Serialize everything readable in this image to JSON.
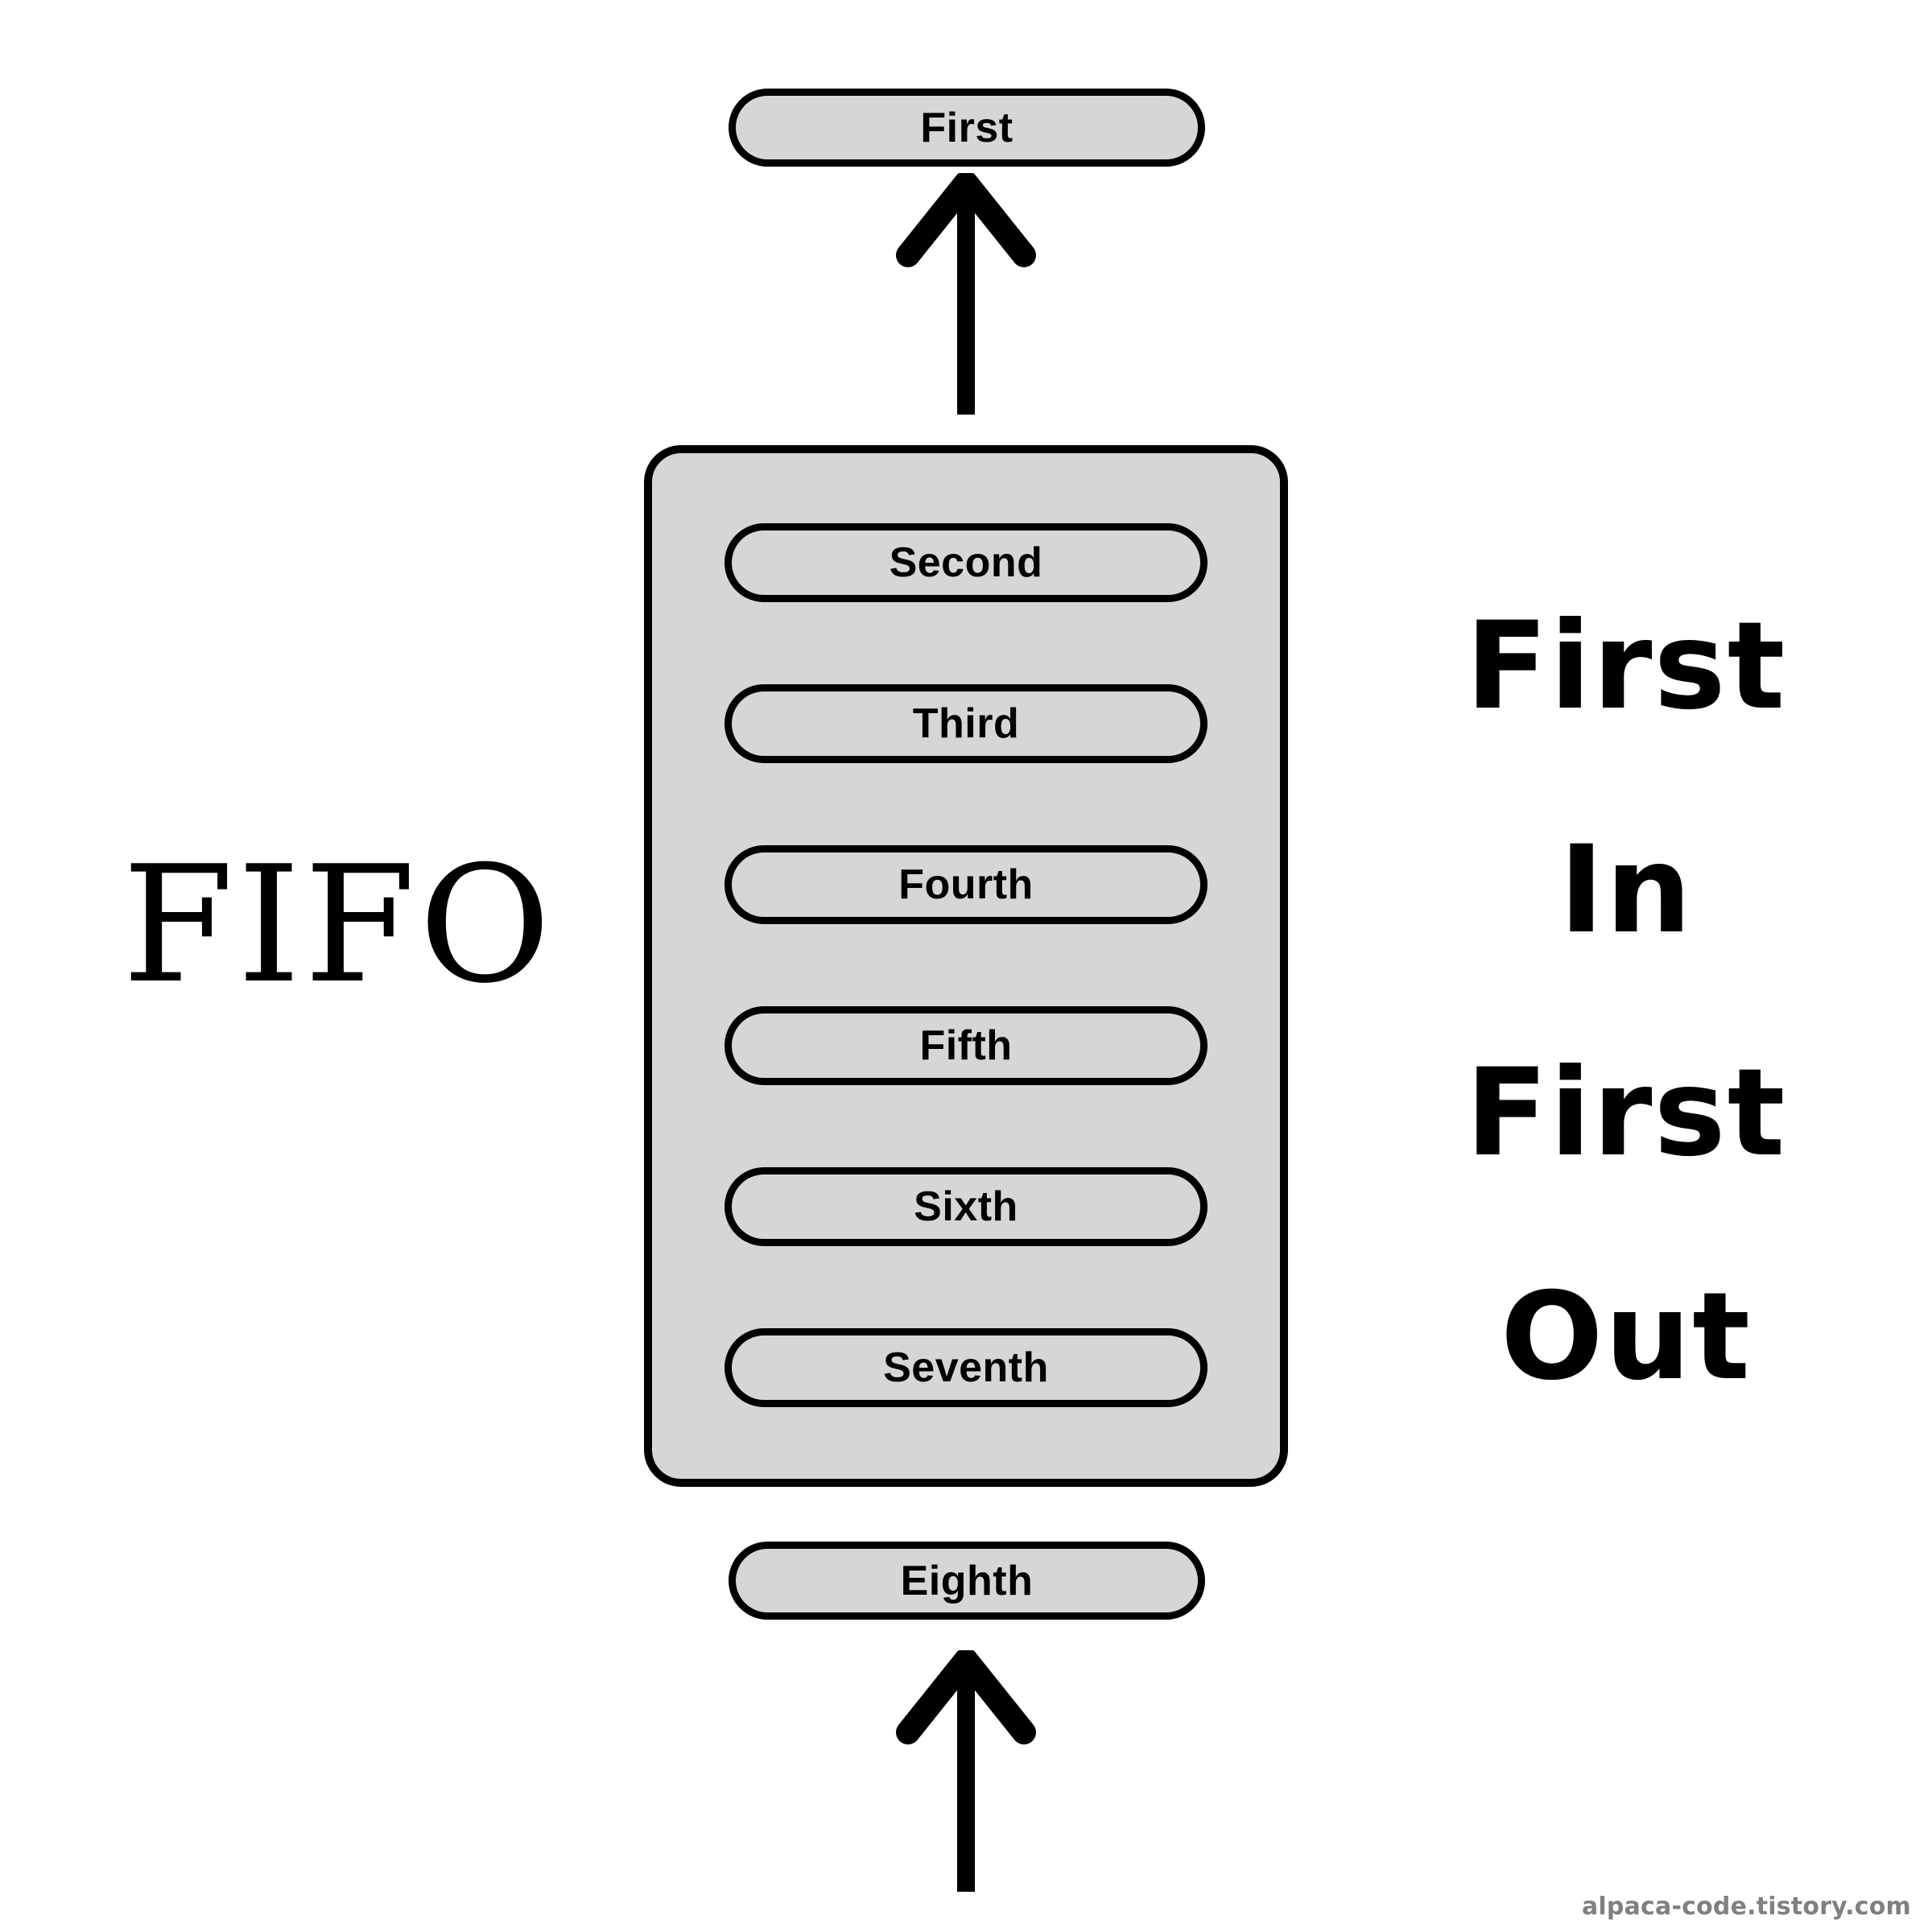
{
  "diagram": {
    "title_left": "FIFO",
    "expansion_lines": [
      "First",
      "In",
      "First",
      "Out"
    ],
    "colors": {
      "fill": "#D6D6D6",
      "stroke": "#000000",
      "background": "#FFFFFF",
      "watermark": "#808080"
    },
    "outgoing_item": {
      "label": "First"
    },
    "incoming_item": {
      "label": "Eighth"
    },
    "queue_items": [
      {
        "label": "Second"
      },
      {
        "label": "Third"
      },
      {
        "label": "Fourth"
      },
      {
        "label": "Fifth"
      },
      {
        "label": "Sixth"
      },
      {
        "label": "Seventh"
      }
    ],
    "arrows": {
      "dequeue": {
        "name": "arrow-up-out",
        "direction": "up"
      },
      "enqueue": {
        "name": "arrow-up-in",
        "direction": "up"
      }
    }
  },
  "watermark": {
    "text": "alpaca-code.tistory.com"
  }
}
